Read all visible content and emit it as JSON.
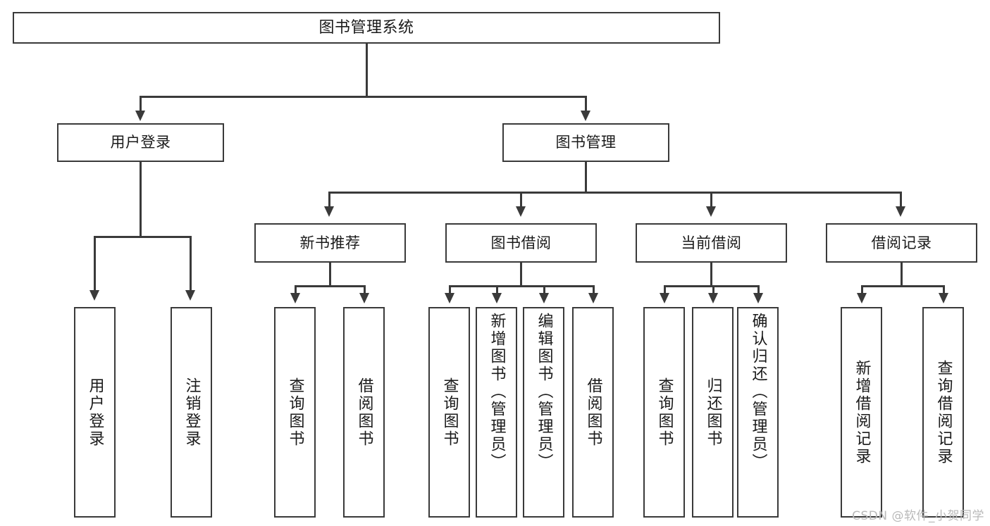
{
  "diagram": {
    "title": "图书管理系统",
    "type": "tree",
    "watermark": "CSDN @软件_小贺同学",
    "line_color": "#3a3a3a",
    "box_fill": "#ffffff",
    "text_color": "#1a1a1a"
  },
  "nodes": {
    "root": {
      "label": "图书管理系统",
      "level": 0
    },
    "level1": [
      {
        "id": "user-login",
        "label": "用户登录"
      },
      {
        "id": "book-manage",
        "label": "图书管理"
      }
    ],
    "level2": [
      {
        "id": "new-book-recommend",
        "label": "新书推荐",
        "parent": "book-manage"
      },
      {
        "id": "book-borrow",
        "label": "图书借阅",
        "parent": "book-manage"
      },
      {
        "id": "current-borrow",
        "label": "当前借阅",
        "parent": "book-manage"
      },
      {
        "id": "borrow-record",
        "label": "借阅记录",
        "parent": "book-manage"
      }
    ],
    "leaves": [
      {
        "id": "leaf-user-login",
        "label": "用户登录",
        "parent": "user-login"
      },
      {
        "id": "leaf-logout-login",
        "label": "注销登录",
        "parent": "user-login"
      },
      {
        "id": "leaf-query-book-1",
        "label": "查询图书",
        "parent": "new-book-recommend"
      },
      {
        "id": "leaf-borrow-book-1",
        "label": "借阅图书",
        "parent": "new-book-recommend"
      },
      {
        "id": "leaf-query-book-2",
        "label": "查询图书",
        "parent": "book-borrow"
      },
      {
        "id": "leaf-add-book",
        "label": "新增图书（管理员）",
        "parent": "book-borrow"
      },
      {
        "id": "leaf-edit-book",
        "label": "编辑图书（管理员）",
        "parent": "book-borrow"
      },
      {
        "id": "leaf-borrow-book-2",
        "label": "借阅图书",
        "parent": "book-borrow"
      },
      {
        "id": "leaf-query-book-3",
        "label": "查询图书",
        "parent": "current-borrow"
      },
      {
        "id": "leaf-return-book",
        "label": "归还图书",
        "parent": "current-borrow"
      },
      {
        "id": "leaf-confirm-return",
        "label": "确认归还（管理员）",
        "parent": "current-borrow"
      },
      {
        "id": "leaf-add-record",
        "label": "新增借阅记录",
        "parent": "borrow-record"
      },
      {
        "id": "leaf-query-record",
        "label": "查询借阅记录",
        "parent": "borrow-record"
      }
    ]
  }
}
